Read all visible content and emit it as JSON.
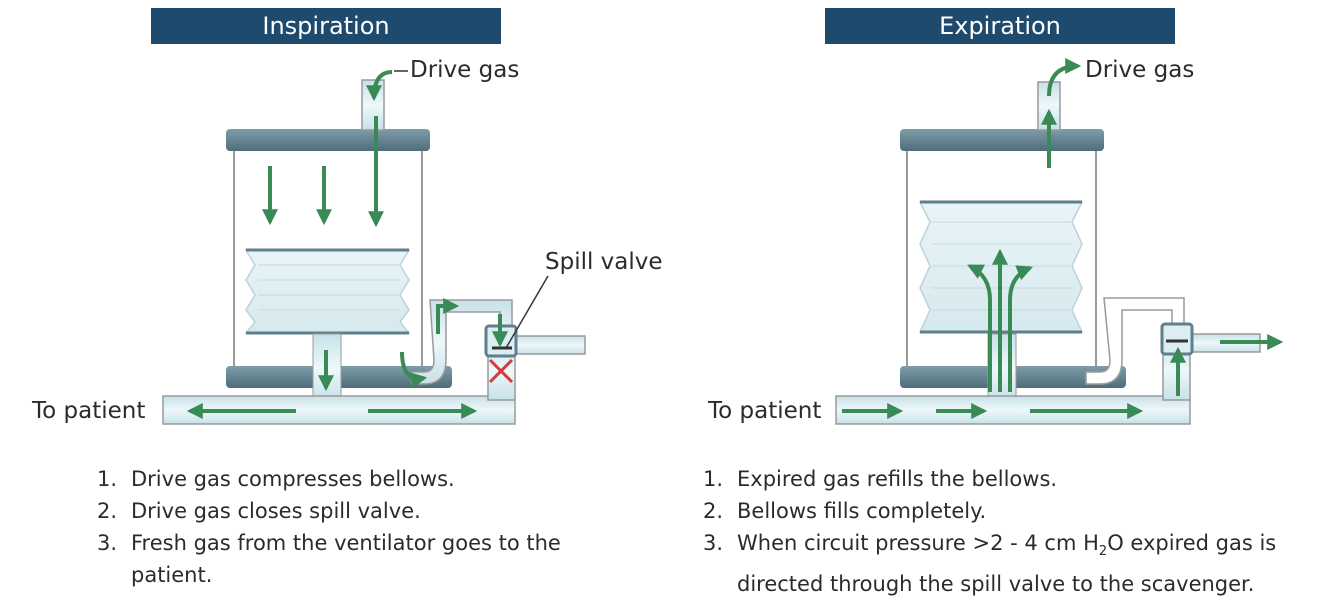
{
  "inspiration": {
    "title": "Inspiration",
    "drive_gas_label": "Drive gas",
    "spill_valve_label": "Spill valve",
    "to_patient_label": "To patient",
    "steps": [
      {
        "num": "1.",
        "text": "Drive gas compresses bellows."
      },
      {
        "num": "2.",
        "text": "Drive gas closes spill valve."
      },
      {
        "num": "3.",
        "text": "Fresh gas from the ventilator goes to the patient."
      }
    ]
  },
  "expiration": {
    "title": "Expiration",
    "drive_gas_label": "Drive gas",
    "to_patient_label": "To patient",
    "steps": [
      {
        "num": "1.",
        "text": "Expired gas refills the bellows."
      },
      {
        "num": "2.",
        "text": "Bellows fills completely."
      },
      {
        "num": "3.",
        "text_before": "When circuit pressure >2 - 4 cm H",
        "subscript": "2",
        "text_after": "O expired gas is directed through the spill valve to the scavenger."
      }
    ]
  },
  "colors": {
    "header_bg": "#1e4a6e",
    "arrow": "#3a8a55",
    "cap": "#5f7f8e",
    "tube_fill": "#dceef2",
    "valve_x": "#d43c3c"
  }
}
